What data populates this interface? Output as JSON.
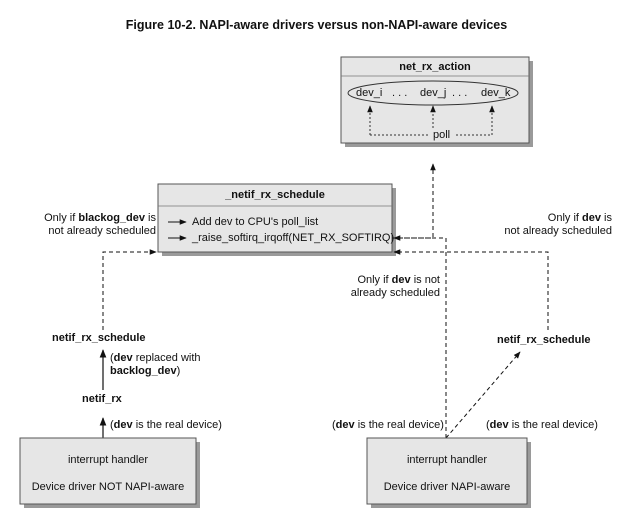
{
  "figure_title": "Figure 10-2. NAPI-aware drivers versus non-NAPI-aware devices",
  "net_rx_action": {
    "title": "net_rx_action",
    "dev_i": "dev_i",
    "dev_j": "dev_j",
    "dev_k": "dev_k",
    "dots": ". . .",
    "poll": "poll"
  },
  "netif_rx_schedule_box": {
    "title": "_netif_rx_schedule",
    "line1": "Add dev to CPU's poll_list",
    "line2": "_raise_softirq_irqoff(NET_RX_SOFTIRQ)"
  },
  "left_condition": {
    "prefix": "Only if ",
    "bold": "blackog_dev",
    "suffix": " is",
    "line2": "not already scheduled"
  },
  "right_condition": {
    "prefix": "Only if ",
    "bold": "dev",
    "suffix": " is",
    "line2": "not already scheduled"
  },
  "middle_condition": {
    "prefix": "Only if ",
    "bold": "dev",
    "suffix": " is not",
    "line2": "already scheduled"
  },
  "left_chain": {
    "netif_rx_schedule": "netif_rx_schedule",
    "replaced_open": "(",
    "replaced_bold": "dev",
    "replaced_suffix": " replaced with",
    "replaced_line2_bold": "backlog_dev",
    "replaced_close": ")",
    "netif_rx": "netif_rx",
    "real_open": "(",
    "real_bold": "dev",
    "real_suffix": " is the real device)"
  },
  "right_chain": {
    "netif_rx_schedule": "netif_rx_schedule",
    "real_left_open": "(",
    "real_left_bold": "dev",
    "real_left_suffix": " is the real device)",
    "real_right_open": "(",
    "real_right_bold": "dev",
    "real_right_suffix": " is the real device)"
  },
  "left_handler": {
    "line1": "interrupt handler",
    "line2": "Device driver NOT NAPI-aware"
  },
  "right_handler": {
    "line1": "interrupt handler",
    "line2": "Device driver NAPI-aware"
  }
}
